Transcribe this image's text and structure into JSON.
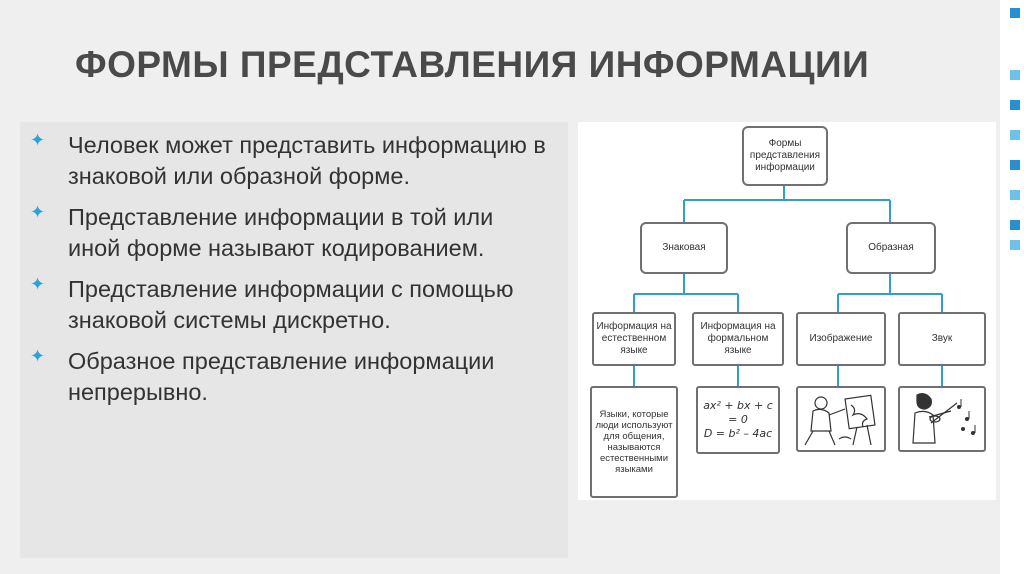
{
  "slide": {
    "title": "ФОРМЫ ПРЕДСТАВЛЕНИЯ ИНФОРМАЦИИ",
    "bullets": [
      "Человек может представить информацию в знаковой или образной форме.",
      "Представление информации в той или иной форме называют кодированием.",
      "Представление информации с помощью знаковой системы дискретно.",
      "Образное представление информации непрерывно."
    ],
    "bullet_icon": "four-point-star-icon",
    "accent_color": "#2fa2d6"
  },
  "diagram": {
    "root": "Формы представления информации",
    "sign": "Знаковая",
    "image": "Образная",
    "natural_lang": "Информация на естественном языке",
    "formal_lang": "Информация на формальном языке",
    "picture": "Изображение",
    "sound": "Звук",
    "natural_desc": "Языки, которые люди используют для общения, называются естественными языками",
    "formula_line1": "ax² + bx + c = 0",
    "formula_line2": "D = b² – 4ac"
  }
}
